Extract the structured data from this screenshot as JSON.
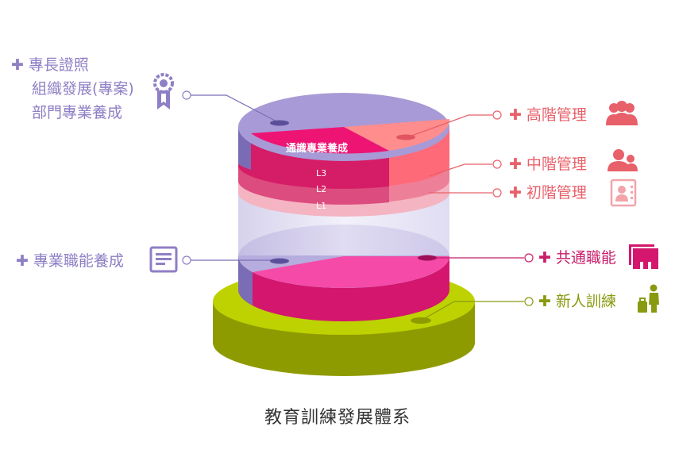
{
  "title": "教育訓練發展體系",
  "left_labels": {
    "cert_group": [
      "專長證照",
      "組織發展(專案)",
      "部門專業養成"
    ],
    "professional": "專業職能養成"
  },
  "right_labels": {
    "senior": "高階管理",
    "middle": "中階管理",
    "junior": "初階管理",
    "common": "共通職能",
    "newcomer": "新人訓練"
  },
  "cylinder_labels": {
    "general": "通識專業養成",
    "l3": "L3",
    "l2": "L2",
    "l1": "L1"
  },
  "colors": {
    "purple": "#8f7fc4",
    "salmon": "#f07a82",
    "magenta": "#e01a78",
    "olive": "#a8c000"
  },
  "icons": [
    "award-icon",
    "document-icon",
    "group-icon",
    "team-icon",
    "id-card-icon",
    "cards-icon",
    "person-luggage-icon"
  ]
}
